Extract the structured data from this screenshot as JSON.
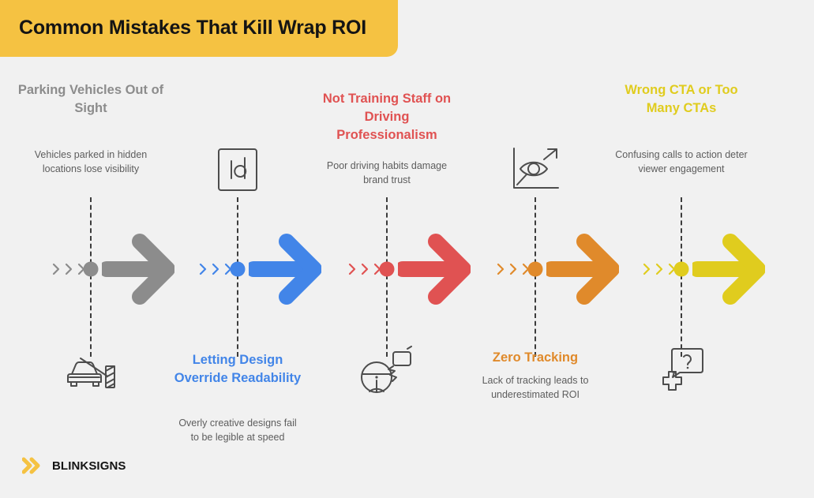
{
  "title": {
    "text": "Common Mistakes That Kill Wrap ROI",
    "banner_color": "#F5C242",
    "text_color": "#141414"
  },
  "background_color": "#F1F1F1",
  "brand": {
    "name": "BLINKSIGNS",
    "logo_icon": "double-chevron-icon",
    "logo_color": "#F5C242"
  },
  "steps": [
    {
      "index": 1,
      "position": "top",
      "heading": "Parking Vehicles Out of Sight",
      "description": "Vehicles parked in hidden locations lose visibility",
      "color": "#8C8C8C",
      "heading_color": "#8C8C8C",
      "icon_top": "id-card-icon",
      "icon_bottom": "car-barrier-gate-icon",
      "icon_name": "car-barrier-gate-icon"
    },
    {
      "index": 2,
      "position": "bottom",
      "heading": "Letting Design Override Readability",
      "description": "Overly creative designs fail to be legible at speed",
      "color": "#4285E8",
      "heading_color": "#4285E8",
      "icon_name": "indesign-id-icon"
    },
    {
      "index": 3,
      "position": "top",
      "heading": "Not Training Staff on Driving Professionalism",
      "description": "Poor driving habits damage brand trust",
      "color": "#E05252",
      "heading_color": "#E05252",
      "icon_name": "steering-wheel-mirror-icon"
    },
    {
      "index": 4,
      "position": "bottom",
      "heading": "Zero Tracking",
      "description": "Lack of tracking leads to underestimated ROI",
      "color": "#E08A2B",
      "heading_color": "#E08A2B",
      "icon_name": "eye-analytics-chart-icon"
    },
    {
      "index": 5,
      "position": "top",
      "heading": "Wrong CTA or Too Many CTAs",
      "description": "Confusing calls to action deter viewer engagement",
      "color": "#E0CC1E",
      "heading_color": "#E0CC1E",
      "icon_name": "question-bubble-plus-icon"
    }
  ]
}
